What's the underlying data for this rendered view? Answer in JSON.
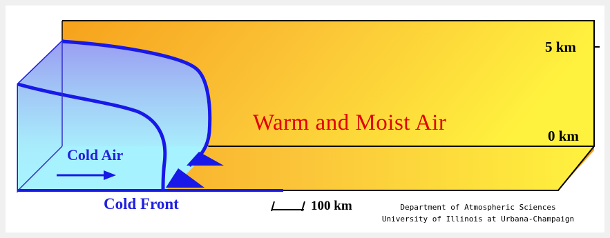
{
  "diagram": {
    "main_label": "Warm and Moist Air",
    "height_top_label": "5 km",
    "height_bottom_label": "0 km",
    "cold_air_label": "Cold Air",
    "front_label": "Cold Front",
    "scale_label": "100 km",
    "credit_line1": "Department of Atmospheric Sciences",
    "credit_line2": "University of Illinois at Urbana-Champaign"
  },
  "colors": {
    "warm_orange": "#f8a018",
    "warm_yellow": "#fff040",
    "front_blue": "#1818e8",
    "cold_light": "#9ef0ff",
    "cold_purple": "#9aa0f4",
    "warm_text": "#e00000"
  },
  "icons": [
    "cold-air-arrow-icon",
    "scale-bar-icon",
    "front-triangle-icon"
  ]
}
